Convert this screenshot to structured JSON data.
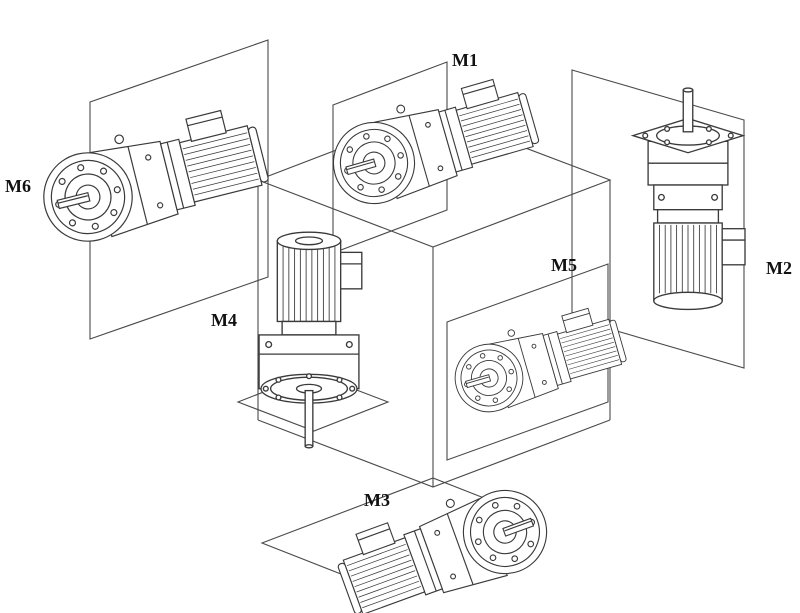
{
  "figure": {
    "labels": {
      "m1": "M1",
      "m2": "M2",
      "m3": "M3",
      "m4": "M4",
      "m5": "M5",
      "m6": "M6"
    },
    "colors": {
      "line": "#3a3a3a",
      "background": "#ffffff"
    }
  }
}
